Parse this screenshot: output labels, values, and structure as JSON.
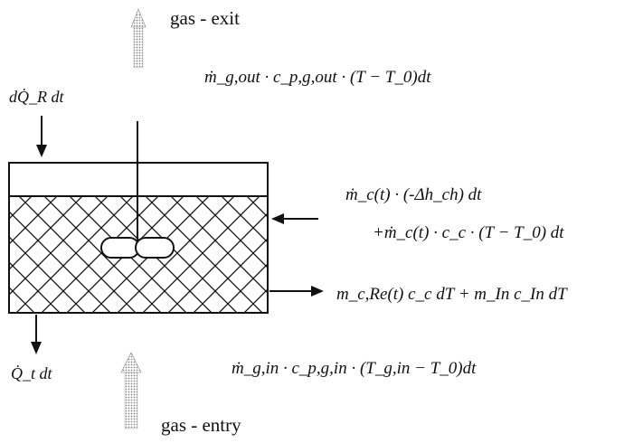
{
  "labels": {
    "gas_exit": "gas - exit",
    "gas_entry": "gas - entry"
  },
  "formulas": {
    "heat_input": "dQ̇_R dt",
    "gas_out": "ṁ_g,out · c_p,g,out · (T − T_0)dt",
    "feed_reaction": "ṁ_c(t) · (-Δh_ch) dt",
    "feed_sensible": "+ṁ_c(t) · c_c · (T − T_0) dt",
    "accumulation": "m_c,Re(t) c_c dT + m_In c_In dT",
    "heat_loss": "Q̇_t dt",
    "gas_in": "ṁ_g,in · c_p,g,in · (T_g,in − T_0)dt"
  },
  "colors": {
    "line": "#111111",
    "hatch": "#111111",
    "gas_arrow": "#9a9a9a"
  }
}
